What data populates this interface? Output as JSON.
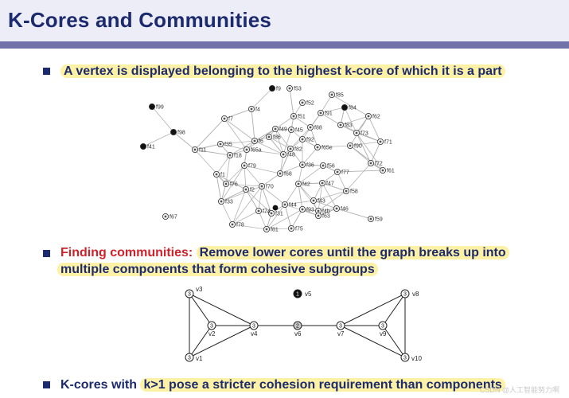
{
  "slide": {
    "title": "K-Cores and Communities",
    "bullet1": "A vertex is displayed belonging to the highest k-core of which it is a part",
    "bullet2_label": "Finding communities:",
    "bullet2_text_line1": "Remove lower cores until the graph breaks up into",
    "bullet2_text_line2": "multiple components that form cohesive subgroups",
    "bullet3_prefix": "K-cores with",
    "bullet3_highlight": "k>1 pose a stricter cohesion requirement than components",
    "watermark": "CSDN @人工智能努力啊"
  },
  "colors": {
    "title": "#1c2a6e",
    "header_bg": "#ecedf7",
    "header_bar": "#6f71a8",
    "highlight": "#fdf1a6",
    "red": "#d1212a"
  },
  "graph_labels": [
    "f9",
    "f53",
    "f85",
    "f52",
    "f84",
    "f4",
    "f91",
    "f62",
    "f99",
    "f7",
    "f51",
    "f88",
    "f83",
    "f49",
    "f45",
    "f73",
    "f98",
    "f86",
    "f92",
    "f71",
    "f6",
    "f82",
    "f65e",
    "f90",
    "f35",
    "f48",
    "f41",
    "f11",
    "f18",
    "f65a",
    "f56",
    "f72",
    "f36",
    "f76",
    "f79",
    "f61",
    "f1",
    "f77",
    "f58",
    "f68",
    "f47",
    "f42",
    "f2",
    "f70",
    "f43",
    "f33",
    "f46",
    "f4b",
    "f31",
    "f44",
    "f93",
    "f63",
    "f59",
    "f74",
    "f78",
    "f67",
    "f75",
    "f81"
  ],
  "diagram2": {
    "nodes": [
      {
        "id": "v3",
        "core": "3"
      },
      {
        "id": "v5",
        "core": "1"
      },
      {
        "id": "v8",
        "core": "3"
      },
      {
        "id": "v2",
        "core": "3"
      },
      {
        "id": "v4",
        "core": "3"
      },
      {
        "id": "v6",
        "core": "2"
      },
      {
        "id": "v7",
        "core": "3"
      },
      {
        "id": "v9",
        "core": "3"
      },
      {
        "id": "v1",
        "core": "3"
      },
      {
        "id": "v10",
        "core": "3"
      }
    ]
  }
}
